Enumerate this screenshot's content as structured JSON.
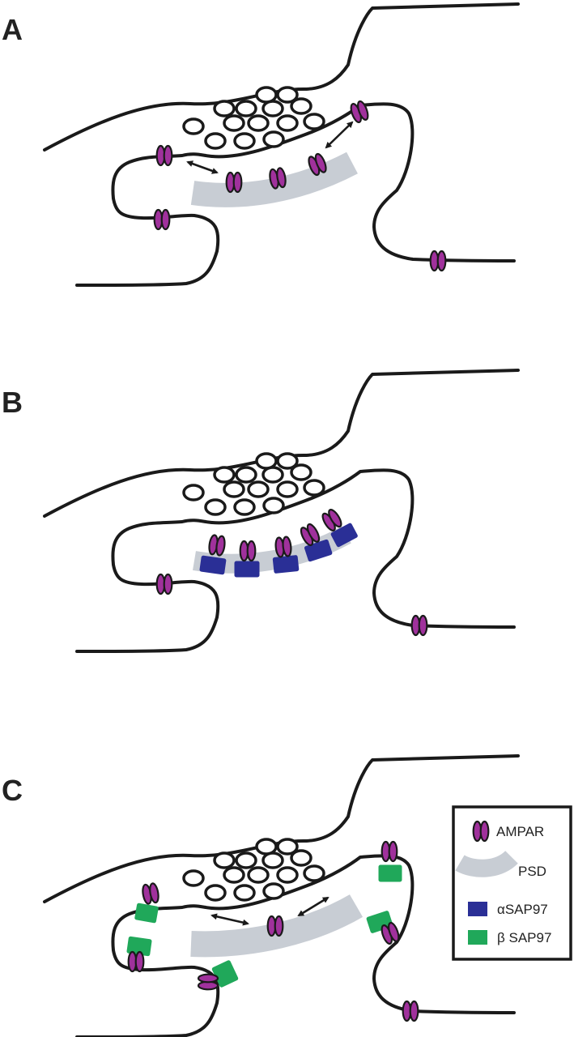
{
  "panels": [
    {
      "label": "A"
    },
    {
      "label": "B"
    },
    {
      "label": "C"
    }
  ],
  "legend": {
    "items": [
      {
        "symbol": "ampar-icon",
        "label": "AMPAR"
      },
      {
        "symbol": "psd-icon",
        "label": "PSD"
      },
      {
        "symbol": "alpha-sap97-icon",
        "label": "αSAP97",
        "color": "#2a2f96"
      },
      {
        "symbol": "beta-sap97-icon",
        "label": "β SAP97",
        "color": "#20a85a"
      }
    ]
  },
  "colors": {
    "ampar": "#a0319c",
    "psd": "#c8cdd4",
    "alpha_sap97": "#2a2f96",
    "beta_sap97": "#20a85a",
    "membrane": "#1a1a1a"
  }
}
